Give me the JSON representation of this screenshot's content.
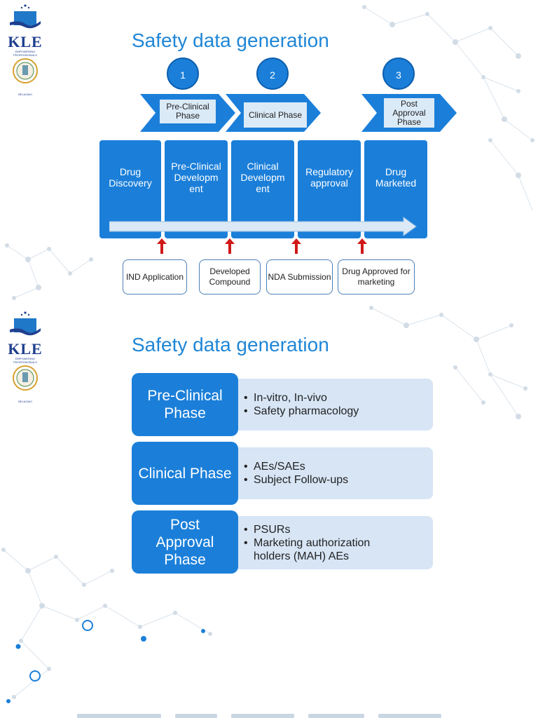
{
  "slide1": {
    "logo": {
      "kle": "KLE",
      "tagline": "EMPOWERING PROFESSIONALS",
      "seal_text": "BELAGAVI"
    },
    "title": "Safety data generation",
    "phases": [
      {
        "number": "1",
        "label": "Pre-Clinical Phase"
      },
      {
        "number": "2",
        "label": "Clinical Phase"
      },
      {
        "number": "3",
        "label": "Post Approval Phase"
      }
    ],
    "stages": [
      "Drug Discovery",
      "Pre-Clinical Developm ent",
      "Clinical Developm ent",
      "Regulatory approval",
      "Drug Marketed"
    ],
    "milestones": [
      "IND Application",
      "Developed Compound",
      "NDA Submission",
      "Drug Approved for marketing"
    ]
  },
  "slide2": {
    "logo": {
      "kle": "KLE",
      "tagline": "EMPOWERING PROFESSIONALS",
      "seal_text": "BELAGAVI"
    },
    "title": "Safety data generation",
    "rows": [
      {
        "phase": "Pre-Clinical Phase",
        "bullets": [
          "In-vitro, In-vivo",
          "Safety pharmacology"
        ]
      },
      {
        "phase": "Clinical Phase",
        "bullets": [
          "AEs/SAEs",
          "Subject Follow-ups"
        ]
      },
      {
        "phase": "Post Approval Phase",
        "bullets": [
          "PSURs",
          "Marketing authorization holders (MAH) AEs"
        ]
      }
    ]
  },
  "colors": {
    "primary_blue": "#1b7fd9",
    "title_blue": "#1f86d6",
    "light_blue": "#d7e5f5",
    "arrow_red": "#d01818",
    "logo_blue": "#1f3f8f"
  }
}
